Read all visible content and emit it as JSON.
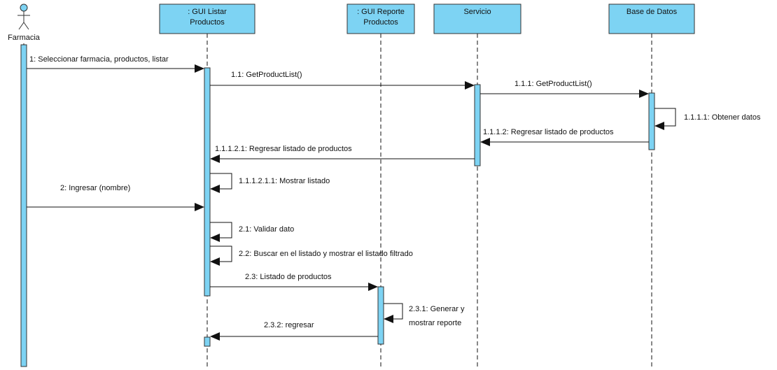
{
  "actor": {
    "name": "Farmacia"
  },
  "lifelines": [
    {
      "id": "gui_listar",
      "lines": [
        ": GUI Listar",
        "Productos"
      ]
    },
    {
      "id": "gui_reporte",
      "lines": [
        ": GUI Reporte",
        "Productos"
      ]
    },
    {
      "id": "servicio",
      "lines": [
        "Servicio"
      ]
    },
    {
      "id": "base_datos",
      "lines": [
        "Base de Datos"
      ]
    }
  ],
  "messages": [
    {
      "id": "m1",
      "label": "1: Seleccionar farmacia, productos, listar",
      "kind": "call"
    },
    {
      "id": "m1_1",
      "label": "1.1: GetProductList()",
      "kind": "call"
    },
    {
      "id": "m1_1_1",
      "label": "1.1.1: GetProductList()",
      "kind": "call"
    },
    {
      "id": "m1_1_1_1",
      "label": "1.1.1.1: Obtener datos",
      "kind": "self"
    },
    {
      "id": "m1_1_1_2",
      "label": "1.1.1.2: Regresar listado de productos",
      "kind": "return"
    },
    {
      "id": "m1_1_1_2_1",
      "label": "1.1.1.2.1: Regresar listado de productos",
      "kind": "return"
    },
    {
      "id": "m1_1_1_2_1_1",
      "label": "1.1.1.2.1.1: Mostrar listado",
      "kind": "self"
    },
    {
      "id": "m2",
      "label": "2: Ingresar (nombre)",
      "kind": "call"
    },
    {
      "id": "m2_1",
      "label": "2.1: Validar dato",
      "kind": "self"
    },
    {
      "id": "m2_2",
      "label": "2.2: Buscar en el listado y mostrar el listado filtrado",
      "kind": "self"
    },
    {
      "id": "m2_3",
      "label": "2.3: Listado de productos",
      "kind": "call"
    },
    {
      "id": "m2_3_1",
      "lines": [
        "2.3.1: Generar y",
        "mostrar reporte"
      ],
      "kind": "self"
    },
    {
      "id": "m2_3_2",
      "label": "2.3.2: regresar",
      "kind": "return"
    }
  ],
  "colors": {
    "box_fill": "#7dd3f3",
    "box_stroke": "#333333",
    "activation_fill": "#7dd3f3",
    "line": "#111111"
  }
}
